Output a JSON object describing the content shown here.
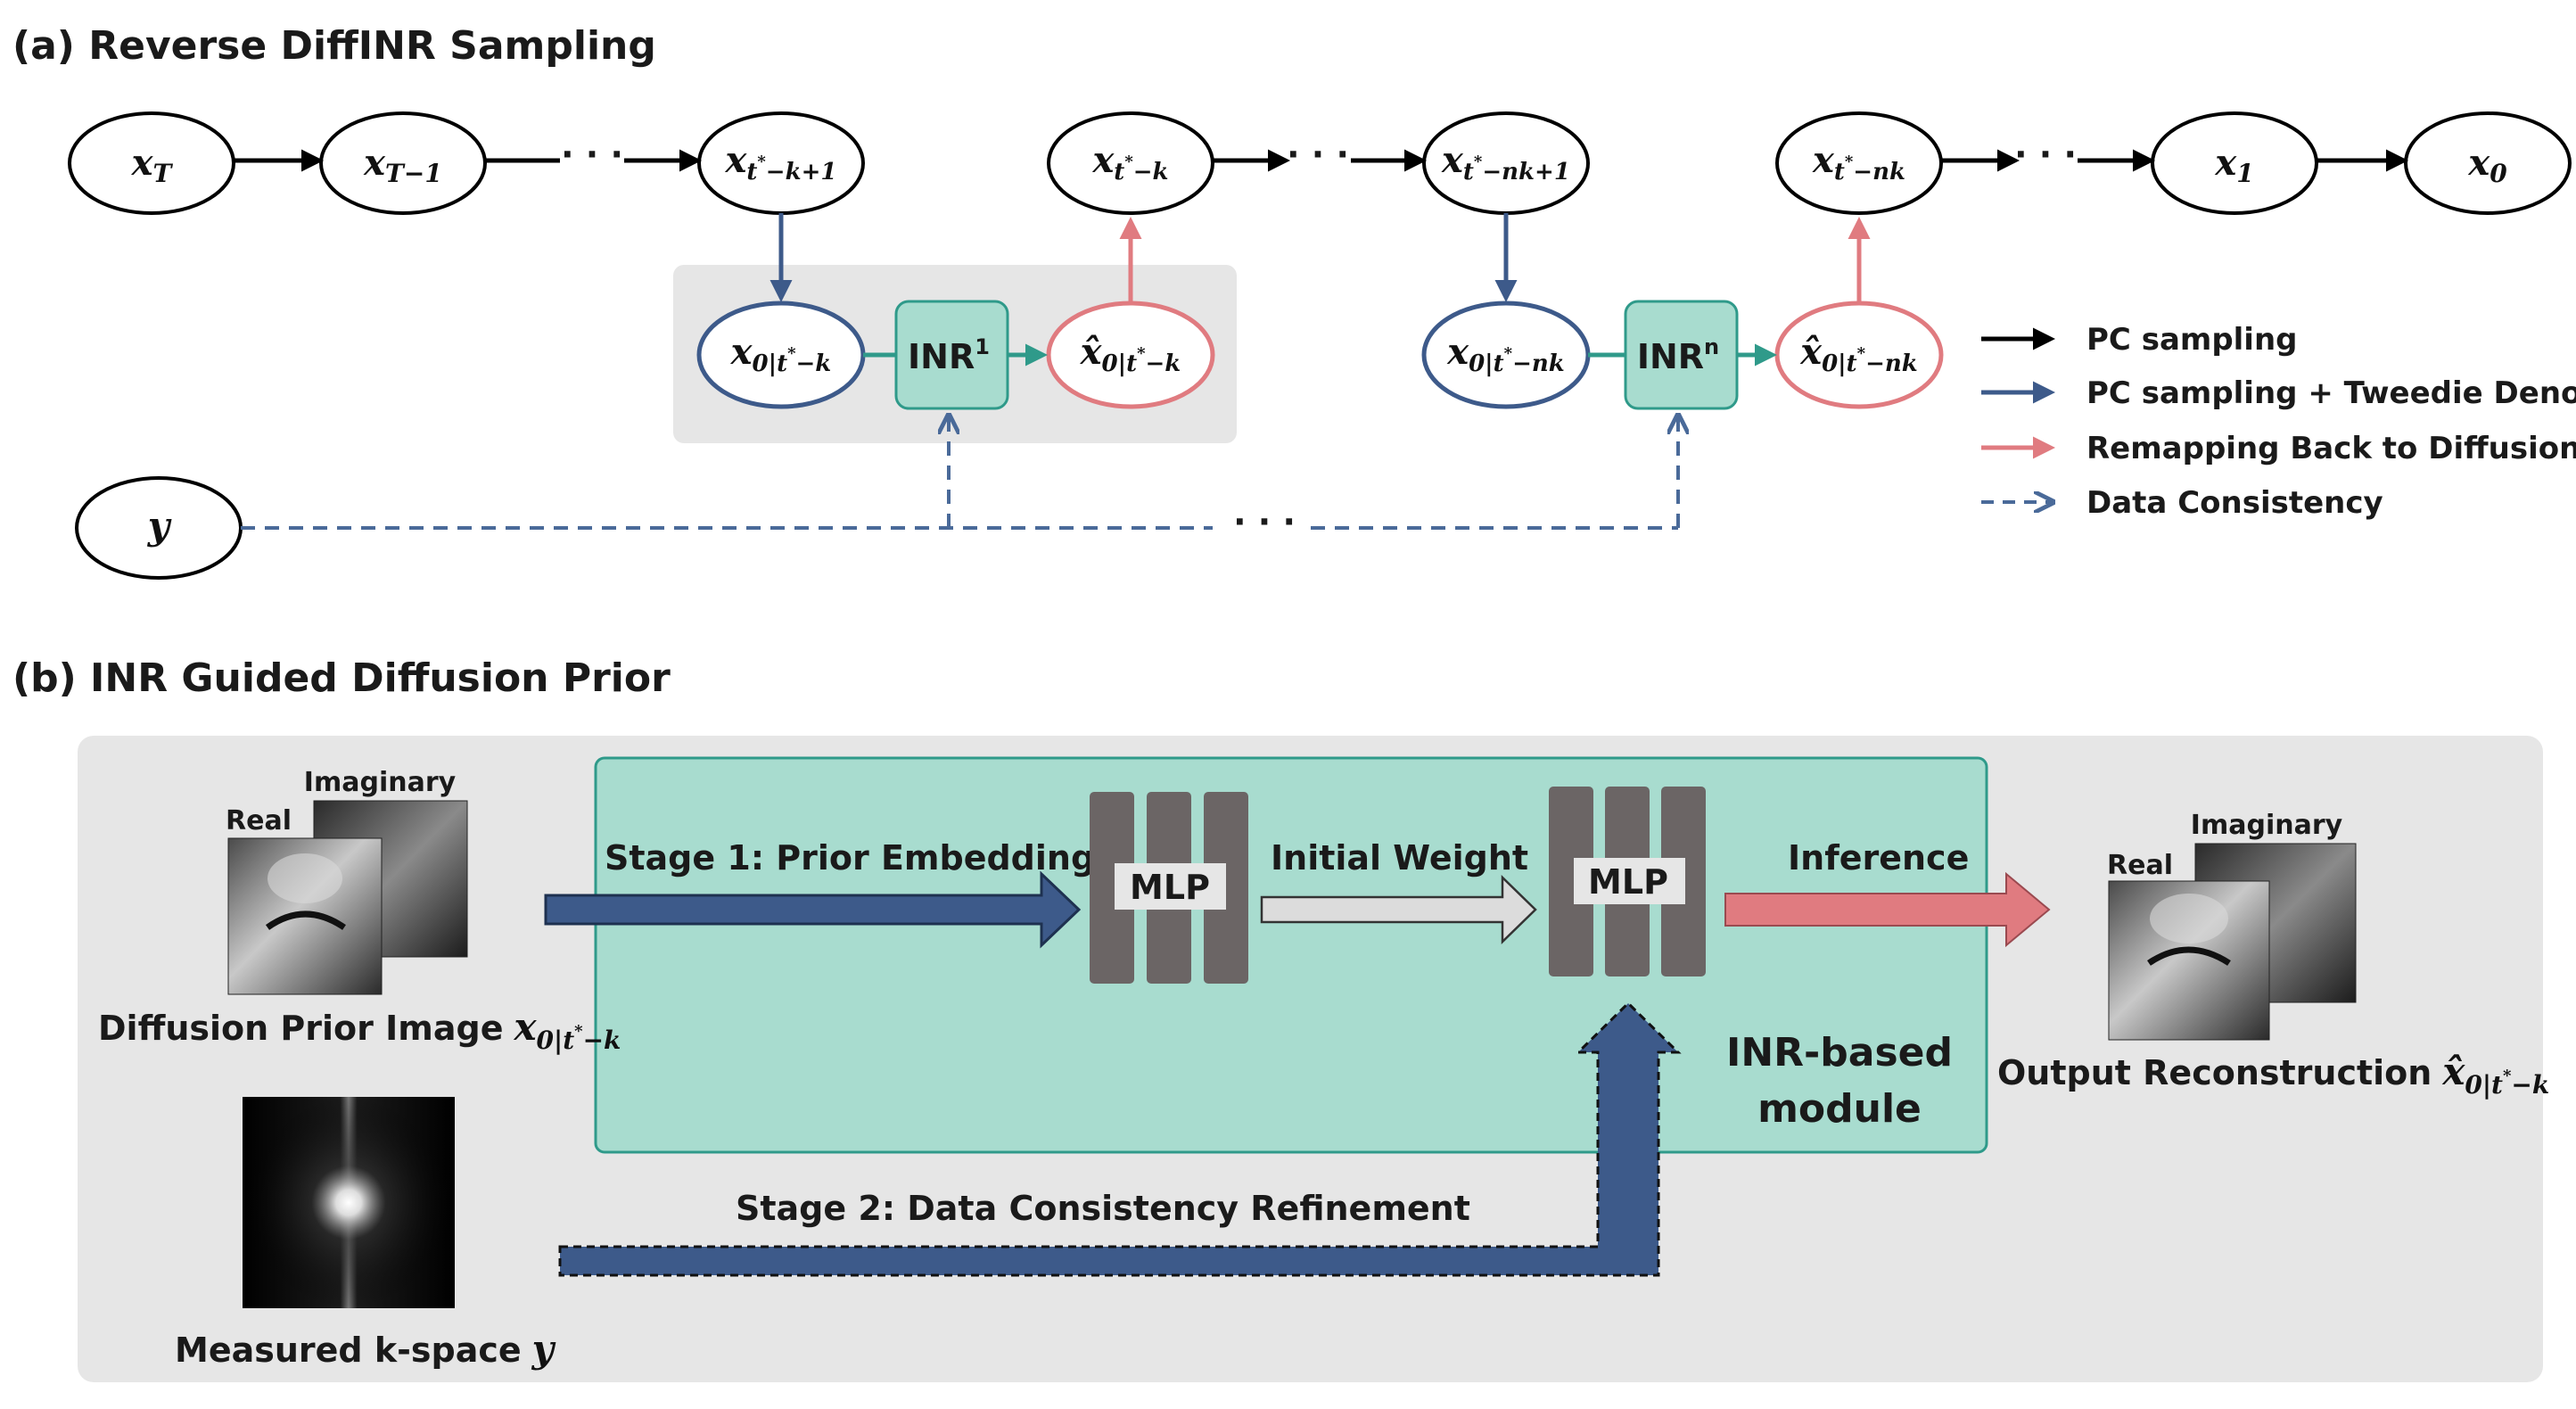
{
  "headings": {
    "a": "(a) Reverse DiffINR Sampling",
    "b": "(b) INR Guided Diffusion Prior"
  },
  "nodes": {
    "xT": "x_T",
    "xT1": "x_{T−1}",
    "xtk1": "x_{t*−k+1}",
    "xtk": "x_{t*−k}",
    "xtnk1": "x_{t*−nk+1}",
    "xtnk": "x_{t*−nk}",
    "x1": "x_1",
    "x0": "x_0",
    "y": "y",
    "x0tk": "x_{0|t*−k}",
    "x0hat_tk": "x̂_{0|t*−k}",
    "x0tnk": "x_{0|t*−nk}",
    "x0hat_tnk": "x̂_{0|t*−nk}"
  },
  "inr": {
    "first": "INR",
    "first_sup": "1",
    "nth": "INR",
    "nth_sup": "n"
  },
  "ellipsis": "· · ·",
  "legend": {
    "pc": "PC sampling",
    "tweedie": "PC sampling + Tweedie Denoising",
    "remap": "Remapping Back to Diffusion",
    "dc": "Data Consistency"
  },
  "panel_b": {
    "imaginary": "Imaginary",
    "real": "Real",
    "prior_label": "Diffusion Prior Image",
    "prior_math": "x_{0|t*−k}",
    "kspace_label": "Measured k-space",
    "kspace_math": "y",
    "stage1": "Stage 1: Prior Embedding",
    "mlp": "MLP",
    "initial_weight": "Initial Weight",
    "inference": "Inference",
    "module_line1": "INR-based",
    "module_line2": "module",
    "stage2": "Stage 2: Data Consistency Refinement",
    "output_label": "Output Reconstruction",
    "output_math": "x̂_{0|t*−k}"
  },
  "colors": {
    "pc": "#000000",
    "tweedie": "#3d5a8a",
    "remap": "#e07b80",
    "dc": "#4a6a99",
    "inr_fill": "#a8dccf",
    "inr_stroke": "#2f9a8a",
    "panel_gray": "#e6e6e6",
    "mlp": "#6b6565"
  }
}
